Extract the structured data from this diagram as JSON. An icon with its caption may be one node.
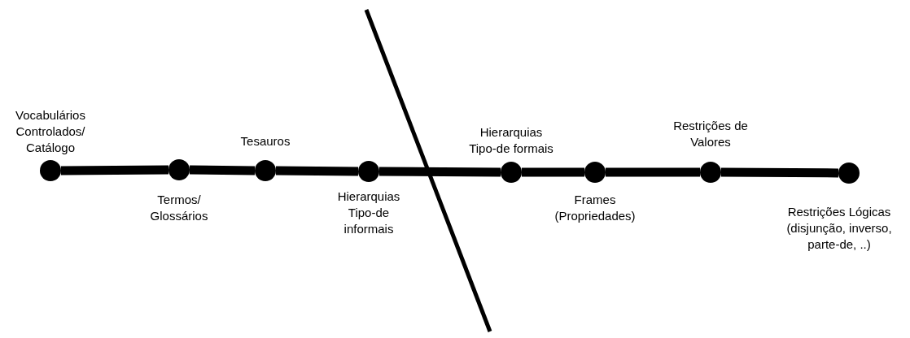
{
  "diagram": {
    "nodes": [
      {
        "text": [
          "Vocabulários Controlados/ Catálogo"
        ]
      },
      {
        "text": [
          "Termos/ Glossários"
        ]
      },
      {
        "text": [
          "Tesauros"
        ]
      },
      {
        "text": [
          "Hierarquias Tipo-de informais"
        ]
      },
      {
        "text": [
          "Hierarquias Tipo-de formais"
        ]
      },
      {
        "text": [
          "Frames (Propriedades)"
        ]
      },
      {
        "text": [
          "Restrições de Valores"
        ]
      },
      {
        "text": [
          "Restrições Lógicas (disjunção, inverso, parte-de, ..)"
        ]
      }
    ],
    "edges": [
      {
        "from": 0,
        "to": 1,
        "arrow": "none"
      },
      {
        "from": 1,
        "to": 2,
        "arrow": "none"
      },
      {
        "from": 2,
        "to": 3,
        "arrow": "none"
      },
      {
        "from": 3,
        "to": 4,
        "arrow": "none"
      },
      {
        "from": 4,
        "to": 5,
        "arrow": "none"
      },
      {
        "from": 5,
        "to": 6,
        "arrow": "none"
      },
      {
        "from": 6,
        "to": 7,
        "arrow": "none"
      }
    ]
  }
}
